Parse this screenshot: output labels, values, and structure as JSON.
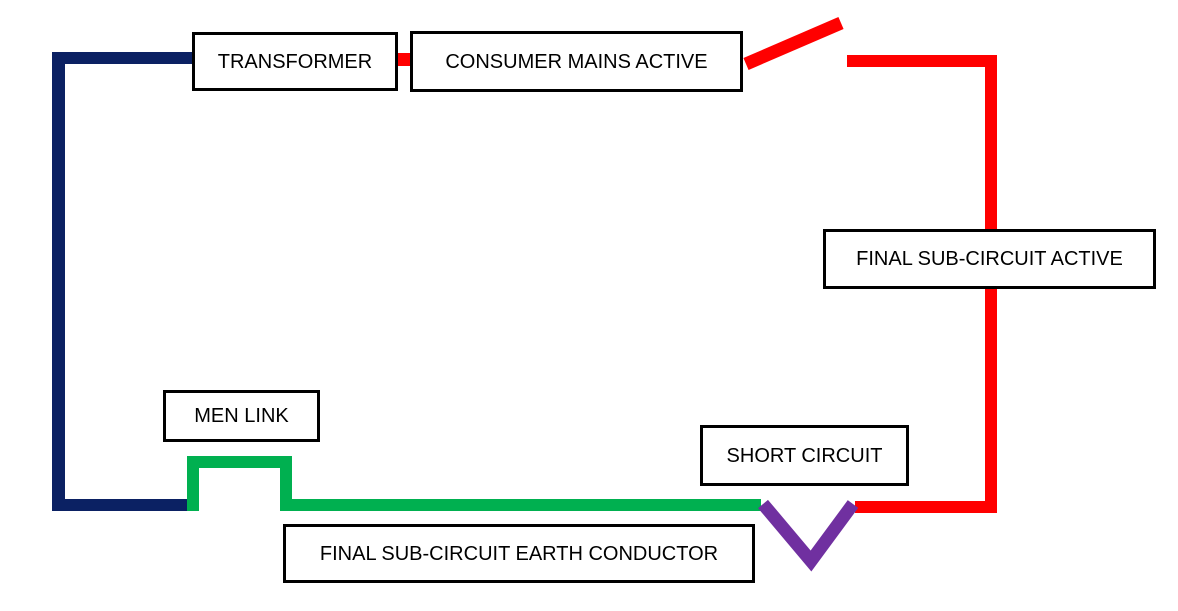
{
  "diagram": {
    "labels": {
      "transformer": "TRANSFORMER",
      "consumer_mains_active": "CONSUMER MAINS ACTIVE",
      "final_sub_circuit_active": "FINAL SUB-CIRCUIT ACTIVE",
      "men_link": "MEN LINK",
      "short_circuit": "SHORT CIRCUIT",
      "final_sub_circuit_earth_conductor": "FINAL SUB-CIRCUIT EARTH CONDUCTOR"
    },
    "colors": {
      "transformer_wire": "#0b2163",
      "active_wire": "#ff0000",
      "earth_wire": "#00b050",
      "short_circuit_wire": "#7030a0",
      "box_border": "#000000",
      "box_background": "#ffffff",
      "text_color": "#000000",
      "page_background": "#ffffff"
    }
  }
}
